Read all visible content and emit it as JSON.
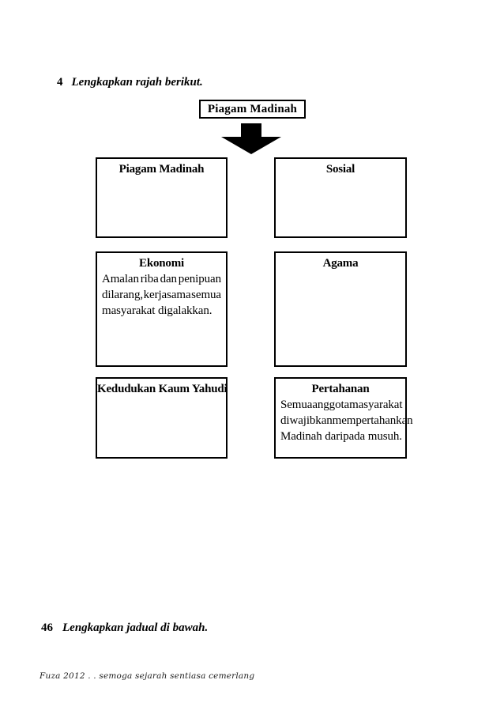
{
  "questions": {
    "q4": {
      "number": "4",
      "text": "Lengkapkan rajah berikut."
    },
    "q46": {
      "number": "46",
      "text": "Lengkapkan jadual di bawah."
    }
  },
  "diagram": {
    "root_label": "Piagam Madinah",
    "arrow_icon": "down-block-arrow",
    "boxes": [
      {
        "title": "Piagam Madinah",
        "body_lines": []
      },
      {
        "title": "Sosial",
        "body_lines": []
      },
      {
        "title": "Ekonomi",
        "body_lines": [
          "Amalan riba dan penipuan",
          "dilarang, kerjasama semua",
          "masyarakat digalakkan."
        ]
      },
      {
        "title": "Agama",
        "body_lines": []
      },
      {
        "title": "Kedudukan Kaum Yahudi",
        "body_lines": []
      },
      {
        "title": "Pertahanan",
        "body_lines": [
          "Semua anggota masyarakat",
          "diwajibkan mempertahankan",
          "Madinah daripada musuh."
        ]
      }
    ]
  },
  "footer": {
    "text": "Fuza 2012 . . semoga sejarah sentiasa cemerlang"
  },
  "colors": {
    "ink": "#000000",
    "paper": "#ffffff"
  }
}
